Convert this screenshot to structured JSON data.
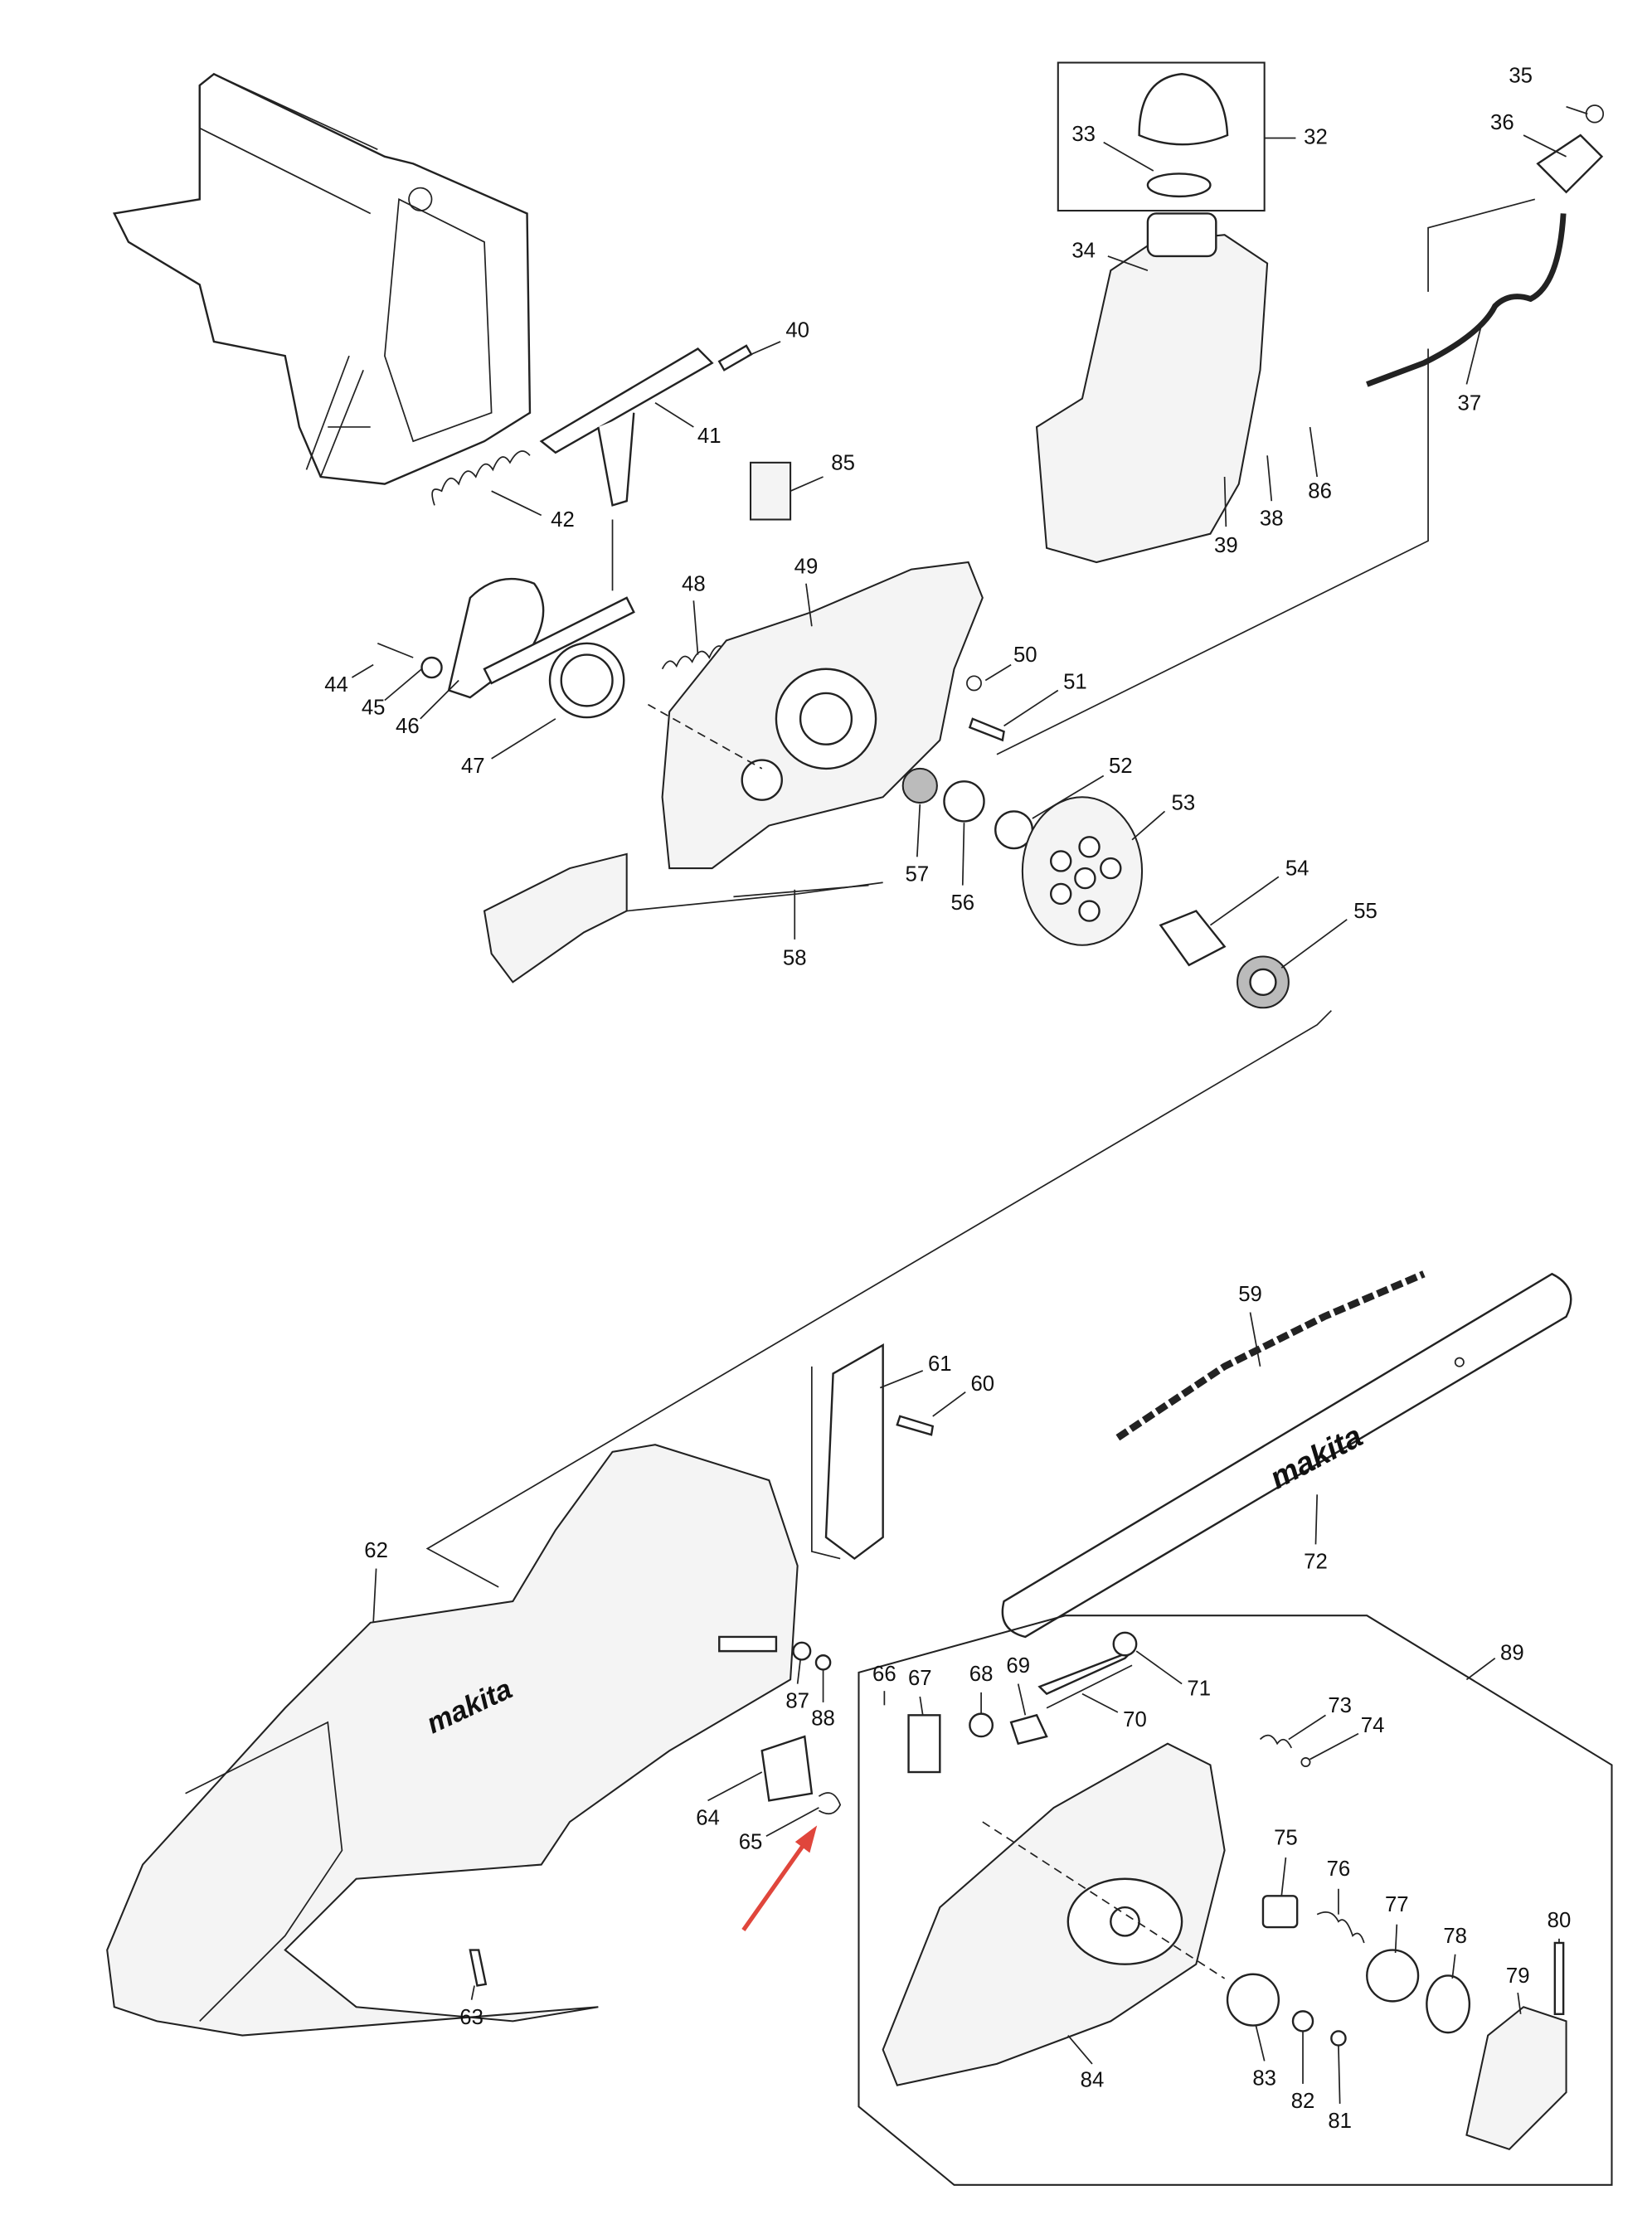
{
  "diagram": {
    "title": "Exploded parts diagram",
    "brand_marks": [
      "makita",
      "makita"
    ],
    "callout_color": "#e0463c",
    "labels": {
      "32": "32",
      "33": "33",
      "34": "34",
      "35": "35",
      "36": "36",
      "37": "37",
      "38": "38",
      "39": "39",
      "40": "40",
      "41": "41",
      "42": "42",
      "44": "44",
      "45": "45",
      "46": "46",
      "47": "47",
      "48": "48",
      "49": "49",
      "50": "50",
      "51": "51",
      "52": "52",
      "53": "53",
      "54": "54",
      "55": "55",
      "56": "56",
      "57": "57",
      "58": "58",
      "59": "59",
      "60": "60",
      "61": "61",
      "62": "62",
      "63": "63",
      "64": "64",
      "65": "65",
      "66": "66",
      "67": "67",
      "68": "68",
      "69": "69",
      "70": "70",
      "71": "71",
      "72": "72",
      "73": "73",
      "74": "74",
      "75": "75",
      "76": "76",
      "77": "77",
      "78": "78",
      "79": "79",
      "80": "80",
      "81": "81",
      "82": "82",
      "83": "83",
      "84": "84",
      "85": "85",
      "86": "86",
      "87": "87",
      "88": "88",
      "89": "89"
    }
  }
}
